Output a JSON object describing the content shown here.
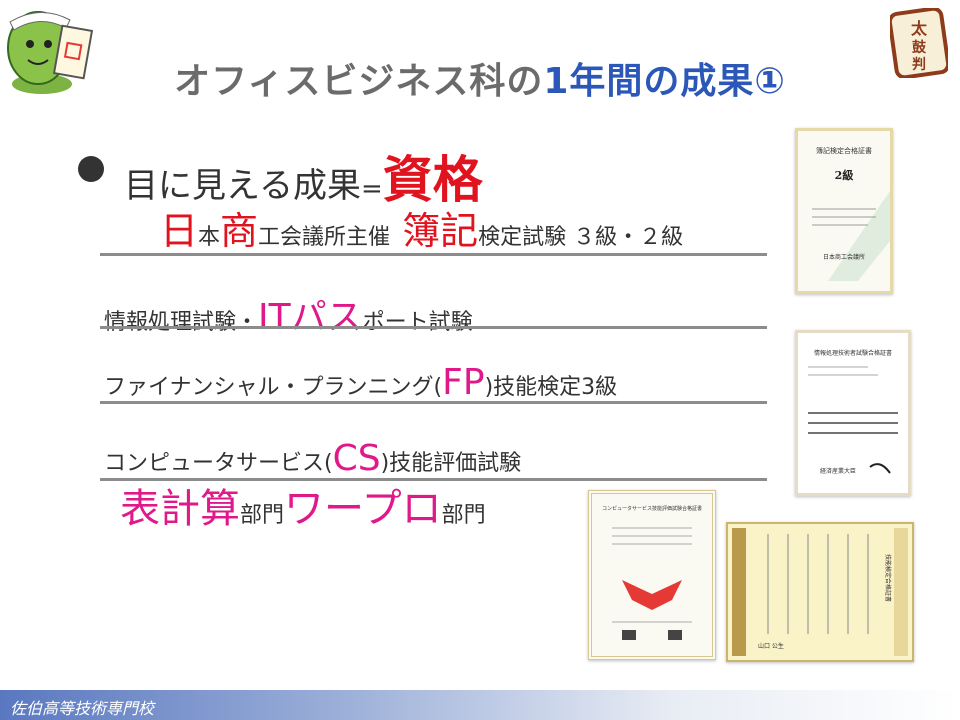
{
  "title": {
    "part1": "オフィスビジネス科の",
    "part2": "1年間の成果①"
  },
  "heading": {
    "text": "目に見える成果",
    "eq": "=",
    "highlight": "資格"
  },
  "items": [
    {
      "a": "日",
      "b": "本",
      "c": "商",
      "d": "工会議所主催",
      "e": "簿記",
      "f": "検定試験 ３級・２級"
    },
    {
      "a": "情報処理試験・",
      "b": "ITパス",
      "c": "ポート試験"
    },
    {
      "a": "ファイナンシャル・プランニング(",
      "b": "FP",
      "c": ")技能検定3級"
    },
    {
      "a": "コンピュータサービス(",
      "b": "CS",
      "c": ")技能評価試験"
    },
    {
      "a": "表計算",
      "b": "部門",
      "c": "ワープロ",
      "d": "部門"
    }
  ],
  "certificates": {
    "boki": {
      "title": "簿記検定合格証書",
      "grade": "2級",
      "issuer": "日本商工会議所"
    },
    "it": {
      "title": "情報処理技術者試験合格証書",
      "issuer": "経済産業大臣"
    },
    "cs": {
      "title": "コンピュータサービス技能評価試験合格証書"
    },
    "fp": {
      "title": "技能検定合格証書",
      "signer": "山口 公生"
    }
  },
  "logo_text": "太鼓判",
  "footer": "佐伯高等技術専門校",
  "colors": {
    "title_gray": "#6b6b6b",
    "title_blue": "#2b58b8",
    "red": "#e0131f",
    "magenta": "#e0198a"
  }
}
